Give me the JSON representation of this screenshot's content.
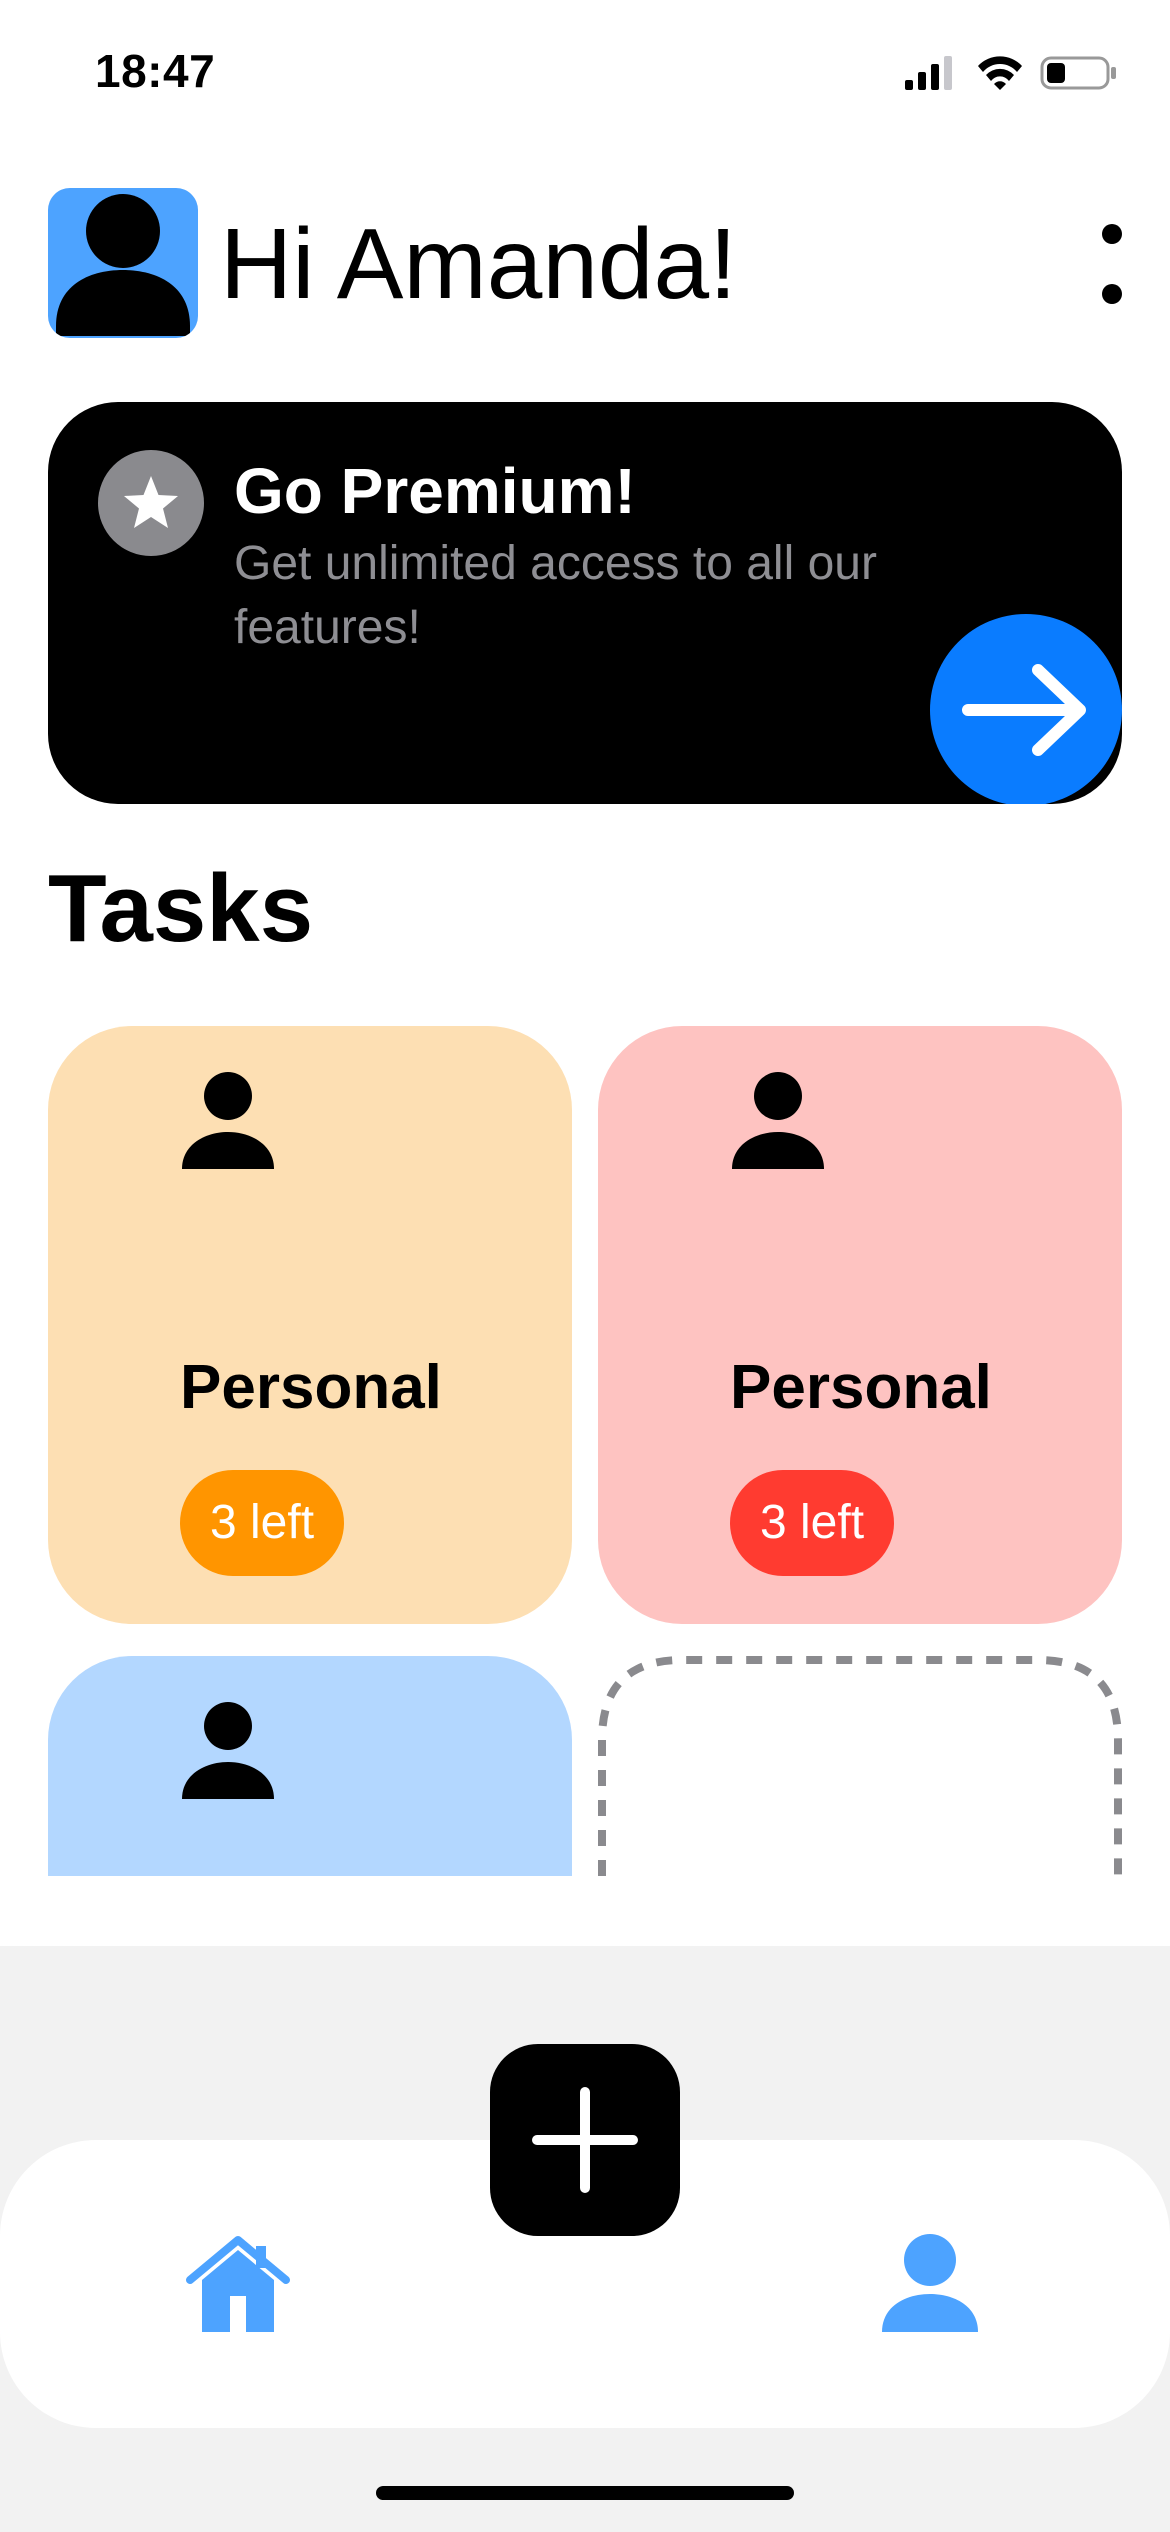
{
  "status_bar": {
    "time": "18:47",
    "icons": [
      "cellular-signal-icon",
      "wifi-icon",
      "battery-icon"
    ]
  },
  "header": {
    "avatar_icon": "person-icon",
    "greeting": "Hi Amanda!",
    "menu_icon": "more-vertical-icon"
  },
  "premium": {
    "icon": "star-icon",
    "title": "Go Premium!",
    "subtitle": "Get unlimited access to all our features!",
    "action_icon": "arrow-right-icon"
  },
  "tasks": {
    "heading": "Tasks",
    "cards": [
      {
        "icon": "person-icon",
        "label": "Personal",
        "badge": "3 left",
        "color": "#fddfb3",
        "badge_color": "#ff9500"
      },
      {
        "icon": "person-icon",
        "label": "Personal",
        "badge": "3 left",
        "color": "#fec3c1",
        "badge_color": "#ff3b30"
      },
      {
        "icon": "person-icon",
        "color": "#b3d7ff"
      }
    ],
    "add_placeholder": "dashed-add-card"
  },
  "tab_bar": {
    "items": [
      {
        "icon": "home-icon",
        "color": "#4da3ff"
      },
      {
        "icon": "plus-icon"
      },
      {
        "icon": "profile-icon",
        "color": "#4da3ff"
      }
    ]
  },
  "colors": {
    "accent": "#0a7cff",
    "avatar_bg": "#4da3ff",
    "premium_bg": "#000000"
  }
}
